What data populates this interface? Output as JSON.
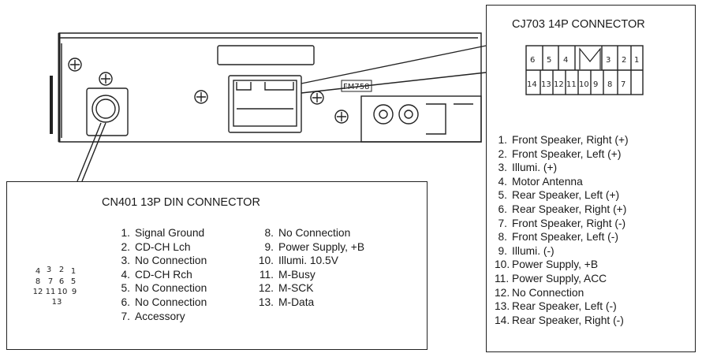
{
  "cn401": {
    "title": "CN401 13P DIN CONNECTOR",
    "pins_left": [
      {
        "num": "1.",
        "label": "Signal Ground"
      },
      {
        "num": "2.",
        "label": "CD-CH Lch"
      },
      {
        "num": "3.",
        "label": "No Connection"
      },
      {
        "num": "4.",
        "label": "CD-CH Rch"
      },
      {
        "num": "5.",
        "label": "No Connection"
      },
      {
        "num": "6.",
        "label": "No Connection"
      },
      {
        "num": "7.",
        "label": "Accessory"
      }
    ],
    "pins_right": [
      {
        "num": "8.",
        "label": "No Connection"
      },
      {
        "num": "9.",
        "label": "Power Supply, +B"
      },
      {
        "num": "10.",
        "label": "Illumi. 10.5V"
      },
      {
        "num": "11.",
        "label": "M-Busy"
      },
      {
        "num": "12.",
        "label": "M-SCK"
      },
      {
        "num": "13.",
        "label": "M-Data"
      }
    ],
    "din_labels": {
      "row1": [
        "4",
        "3",
        "2",
        "1"
      ],
      "row2": [
        "8",
        "7",
        "6",
        "5"
      ],
      "row3": [
        "12",
        "11",
        "10",
        "9"
      ],
      "row4": [
        "13"
      ]
    }
  },
  "cj703": {
    "title": "CJ703 14P CONNECTOR",
    "pin_grid_top": [
      "6",
      "5",
      "4",
      "3",
      "2",
      "1"
    ],
    "pin_grid_bottom": [
      "14",
      "13",
      "12",
      "11",
      "10",
      "9",
      "8",
      "7"
    ],
    "pins": [
      {
        "num": "1.",
        "label": "Front Speaker, Right (+)"
      },
      {
        "num": "2.",
        "label": "Front Speaker, Left (+)"
      },
      {
        "num": "3.",
        "label": "Illumi. (+)"
      },
      {
        "num": "4.",
        "label": "Motor Antenna"
      },
      {
        "num": "5.",
        "label": "Rear Speaker, Left (+)"
      },
      {
        "num": "6.",
        "label": "Rear Speaker, Right (+)"
      },
      {
        "num": "7.",
        "label": "Front Speaker, Right (-)"
      },
      {
        "num": "8.",
        "label": "Front Speaker, Left (-)"
      },
      {
        "num": "9.",
        "label": "Illumi. (-)"
      },
      {
        "num": "10.",
        "label": "Power Supply, +B"
      },
      {
        "num": "11.",
        "label": "Power Supply, ACC"
      },
      {
        "num": "12.",
        "label": "No Connection"
      },
      {
        "num": "13.",
        "label": "Rear Speaker, Left (-)"
      },
      {
        "num": "14.",
        "label": "Rear Speaker, Right (-)"
      }
    ]
  },
  "unit": {
    "fuse_label": "FM758"
  }
}
